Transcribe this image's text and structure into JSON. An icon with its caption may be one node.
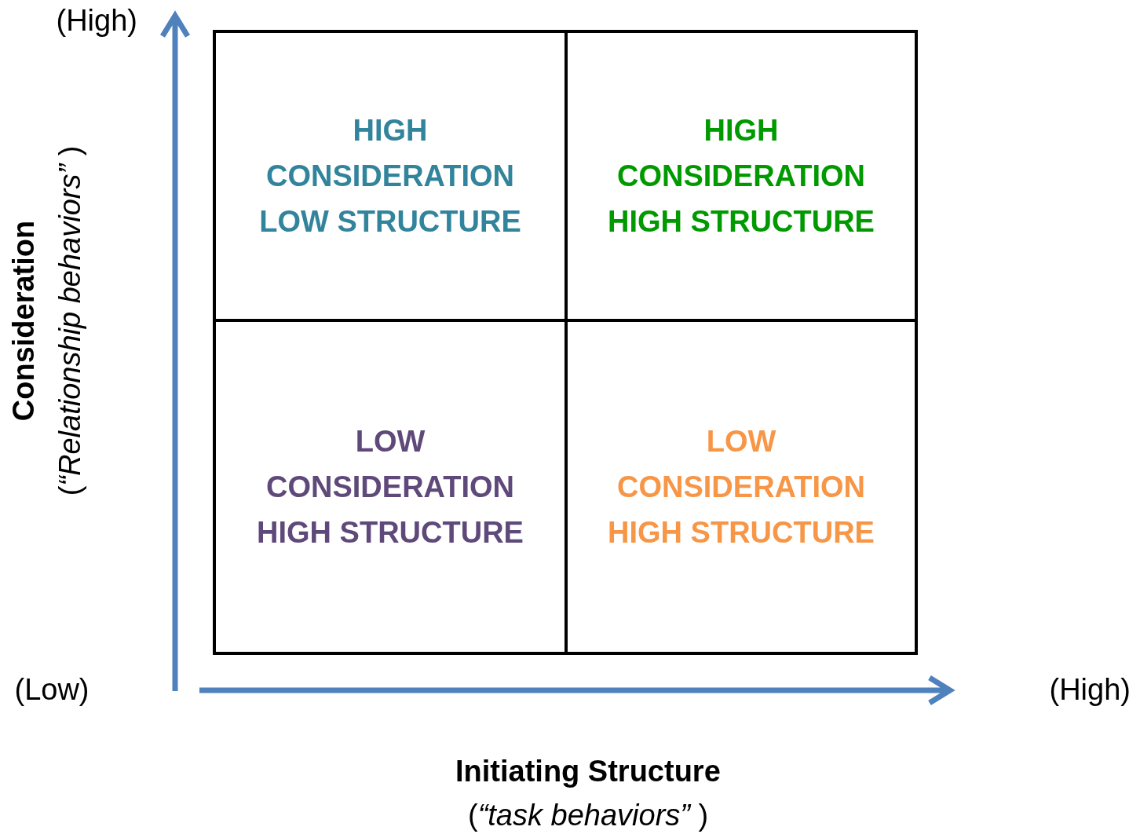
{
  "diagram": {
    "nodes": [
      {
        "text": [
          "HIGH CONSIDERATION LOW STRUCTURE"
        ]
      },
      {
        "text": [
          "HIGH CONSIDERATION HIGH STRUCTURE"
        ]
      },
      {
        "text": [
          "LOW CONSIDERATION HIGH STRUCTURE"
        ]
      },
      {
        "text": [
          "LOW CONSIDERATION HIGH STRUCTURE"
        ]
      }
    ],
    "edges": [],
    "labels": [
      "(High)",
      "Consideration",
      "(*“Relationship behaviors”* )",
      "(Low)",
      "(High)",
      "Initiating Structure",
      "(*“task behaviors”* )"
    ]
  }
}
